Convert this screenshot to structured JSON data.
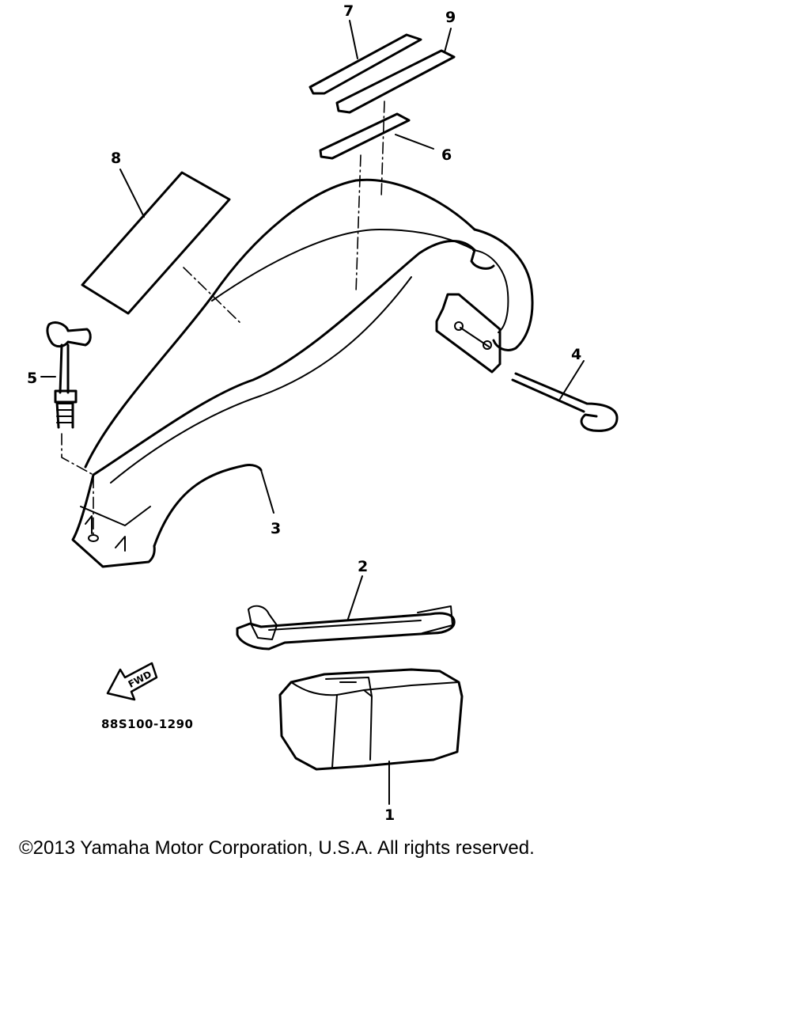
{
  "diagram": {
    "callouts": {
      "c1": "1",
      "c2": "2",
      "c3": "3",
      "c4": "4",
      "c5": "5",
      "c6": "6",
      "c7": "7",
      "c8": "8",
      "c9": "9"
    },
    "fwd_label": "FWD",
    "part_number": "88S100-1290"
  },
  "footer": {
    "copyright": "©2013 Yamaha Motor Corporation, U.S.A. All rights reserved."
  }
}
